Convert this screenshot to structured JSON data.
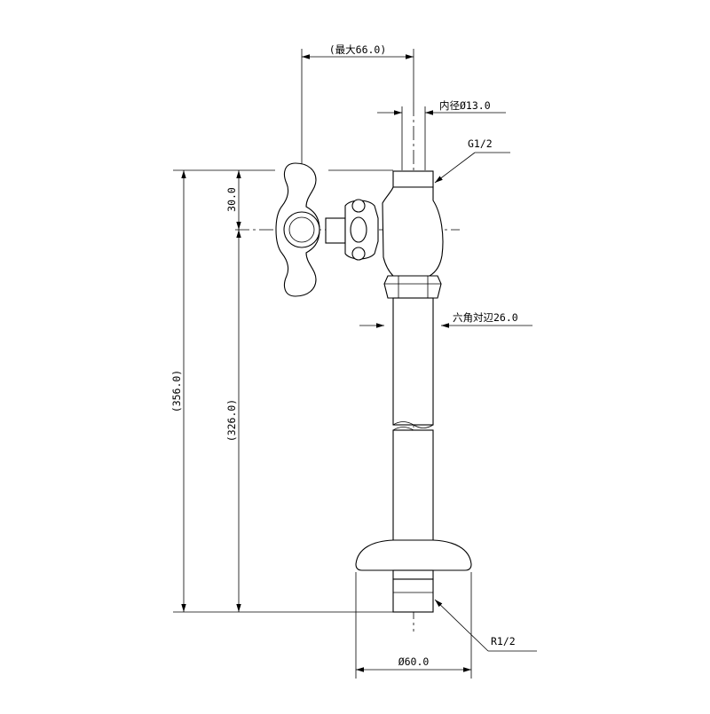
{
  "drawing": {
    "dimensions": {
      "max_width": "(最大66.0)",
      "inner_diameter": "内径Ø13.0",
      "top_thread": "G1/2",
      "handle_offset": "30.0",
      "hex_across_flats": "六角対辺26.0",
      "total_height": "(356.0)",
      "body_height": "(326.0)",
      "bottom_thread": "R1/2",
      "flange_diameter": "Ø60.0"
    }
  }
}
